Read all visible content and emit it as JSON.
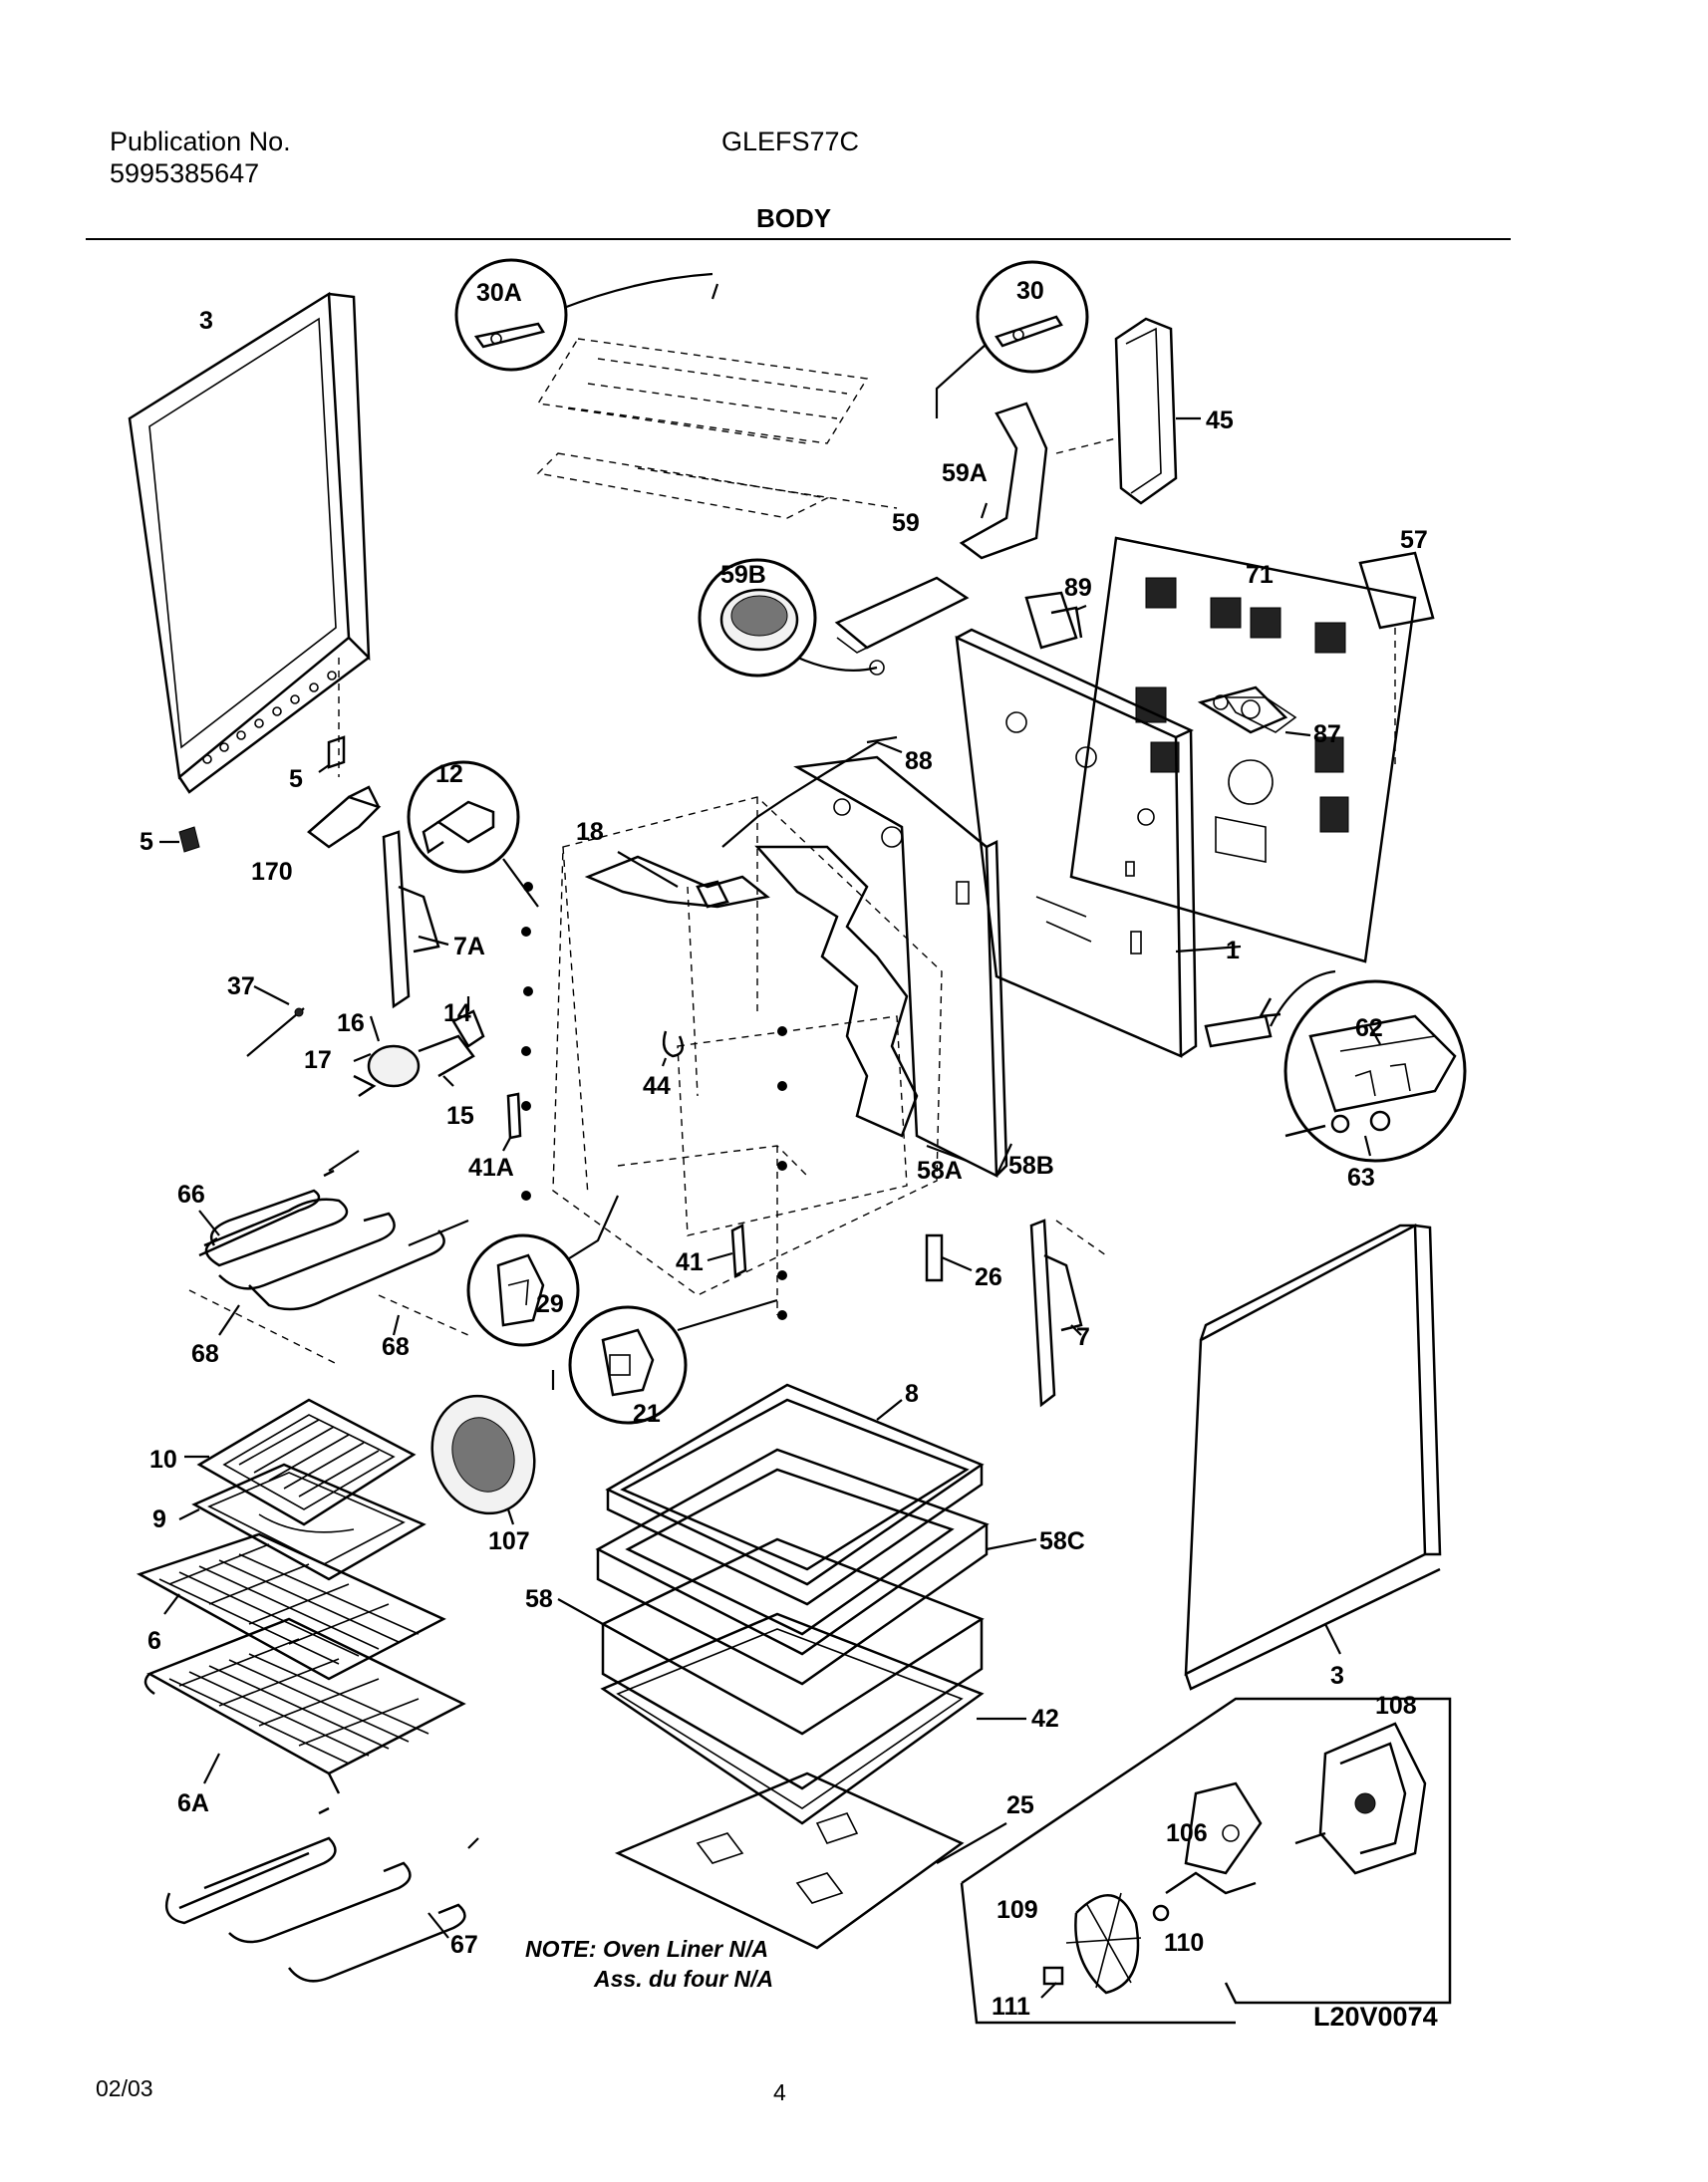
{
  "header": {
    "publication_label": "Publication No.",
    "publication_number": "5995385647",
    "model": "GLEFS77C",
    "section_title": "BODY"
  },
  "part_labels": {
    "p3_top": "3",
    "p30a": "30A",
    "p30": "30",
    "p45": "45",
    "p59a": "59A",
    "p59": "59",
    "p57": "57",
    "p59b": "59B",
    "p71": "71",
    "p89": "89",
    "p87": "87",
    "p88": "88",
    "p5a": "5",
    "p5b": "5",
    "p12": "12",
    "p170": "170",
    "p18": "18",
    "p7a": "7A",
    "p1": "1",
    "p37": "37",
    "p14": "14",
    "p16": "16",
    "p62": "62",
    "p17": "17",
    "p15": "15",
    "p44": "44",
    "p41a": "41A",
    "p58a": "58A",
    "p58b": "58B",
    "p63": "63",
    "p66": "66",
    "p29": "29",
    "p41": "41",
    "p26": "26",
    "p7": "7",
    "p68a": "68",
    "p68b": "68",
    "p21": "21",
    "p8": "8",
    "p10": "10",
    "p9": "9",
    "p107": "107",
    "p58c": "58C",
    "p58": "58",
    "p6": "6",
    "p3_bottom": "3",
    "p108": "108",
    "p42": "42",
    "p6a": "6A",
    "p25": "25",
    "p106": "106",
    "p109": "109",
    "p110": "110",
    "p67": "67",
    "p111": "111"
  },
  "note": {
    "line1": "NOTE: Oven Liner N/A",
    "line2": "Ass. du four N/A"
  },
  "drawing_id": "L20V0074",
  "footer": {
    "date": "02/03",
    "page_number": "4"
  }
}
